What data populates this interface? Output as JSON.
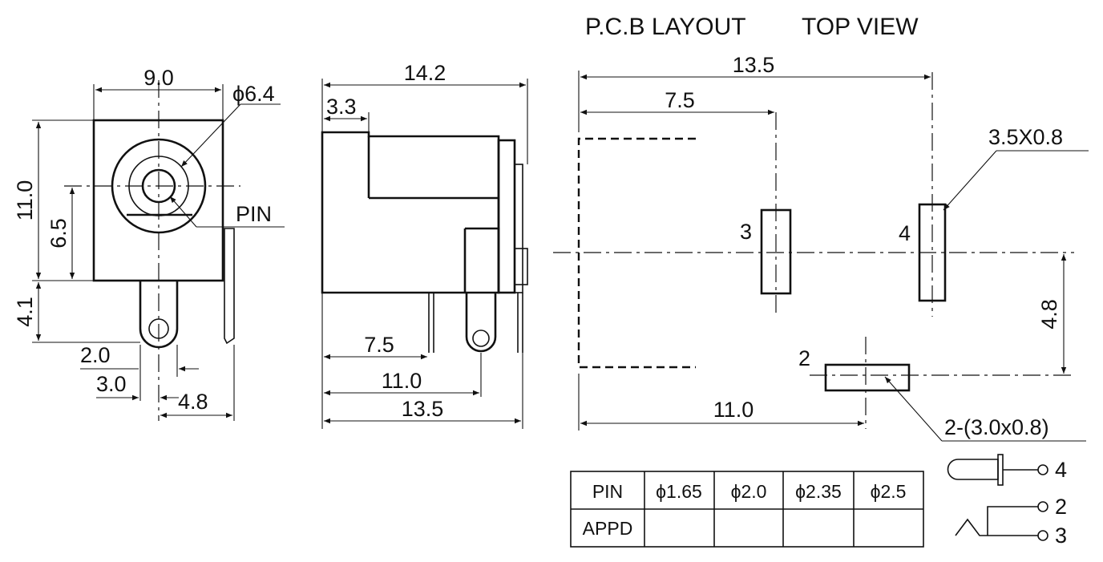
{
  "headings": {
    "pcb_layout": "P.C.B LAYOUT",
    "top_view": "TOP VIEW"
  },
  "front_view": {
    "width_dim": "9.0",
    "bore_dim": "ϕ6.4",
    "height_dim": "11.0",
    "center_dim": "6.5",
    "pin_drop_dim": "4.1",
    "pin_label": "PIN",
    "dim_2_0": "2.0",
    "dim_3_0": "3.0",
    "dim_4_8": "4.8"
  },
  "side_view": {
    "length_dim": "14.2",
    "step_dim": "3.3",
    "dim_7_5": "7.5",
    "dim_11_0": "11.0",
    "dim_13_5": "13.5"
  },
  "pcb": {
    "dim_13_5": "13.5",
    "dim_7_5": "7.5",
    "dim_11_0": "11.0",
    "dim_4_8": "4.8",
    "slot_size_4": "3.5X0.8",
    "slot_size_2": "2-(3.0x0.8)",
    "pin_3": "3",
    "pin_4": "4",
    "pin_2": "2"
  },
  "pin_table": {
    "row_labels": [
      "PIN",
      "APPD"
    ],
    "columns": [
      "ϕ1.65",
      "ϕ2.0",
      "ϕ2.35",
      "ϕ2.5"
    ],
    "appd_values": [
      "",
      "",
      "",
      ""
    ]
  },
  "schematic": {
    "terminal_4": "4",
    "terminal_2": "2",
    "terminal_3": "3"
  }
}
